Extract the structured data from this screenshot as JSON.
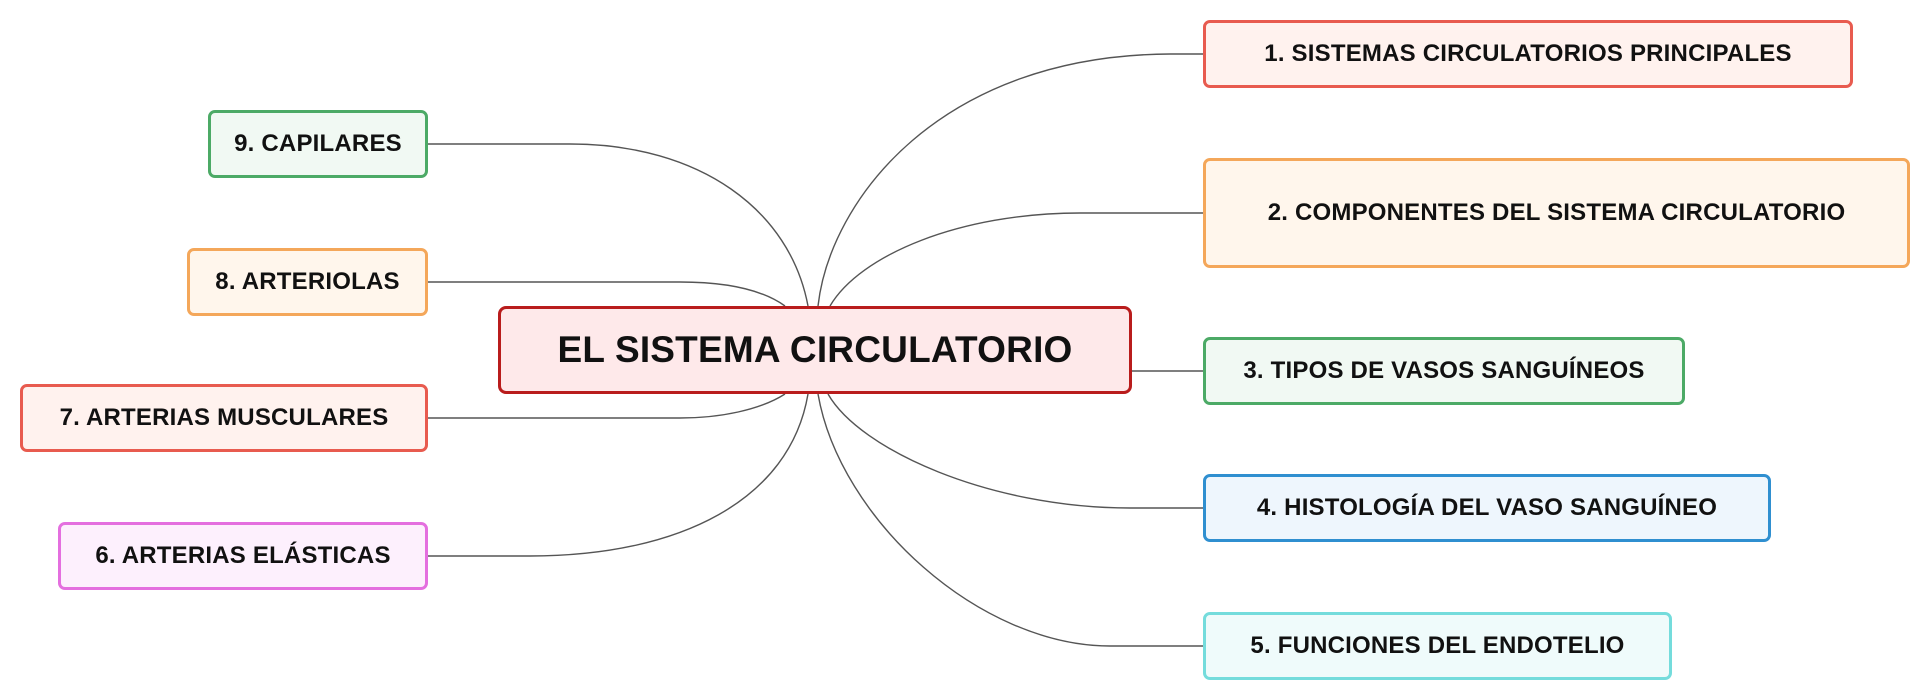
{
  "root": {
    "label": "EL SISTEMA CIRCULATORIO",
    "border": "#b91c1c",
    "fill": "#fee9ea"
  },
  "branches": [
    {
      "id": "n1",
      "label": "1. SISTEMAS CIRCULATORIOS PRINCIPALES",
      "border": "#e85b4f",
      "fill": "#fff2ee"
    },
    {
      "id": "n2",
      "label": "2. COMPONENTES DEL SISTEMA CIRCULATORIO",
      "border": "#f4a75a",
      "fill": "#fff6ec"
    },
    {
      "id": "n3",
      "label": "3. TIPOS DE VASOS SANGUÍNEOS",
      "border": "#4caa66",
      "fill": "#f1f9f3"
    },
    {
      "id": "n4",
      "label": "4. HISTOLOGÍA DEL VASO SANGUÍNEO",
      "border": "#2f8fd0",
      "fill": "#eef6fd"
    },
    {
      "id": "n5",
      "label": "5. FUNCIONES DEL ENDOTELIO",
      "border": "#74dcdc",
      "fill": "#effbfb"
    },
    {
      "id": "n6",
      "label": "6. ARTERIAS ELÁSTICAS",
      "border": "#e46fdf",
      "fill": "#fdf0fd"
    },
    {
      "id": "n7",
      "label": "7. ARTERIAS MUSCULARES",
      "border": "#e85b4f",
      "fill": "#fff2ee"
    },
    {
      "id": "n8",
      "label": "8. ARTERIOLAS",
      "border": "#f4a75a",
      "fill": "#fff6ec"
    },
    {
      "id": "n9",
      "label": "9. CAPILARES",
      "border": "#4caa66",
      "fill": "#f1f9f3"
    }
  ],
  "connector_color": "#555555"
}
